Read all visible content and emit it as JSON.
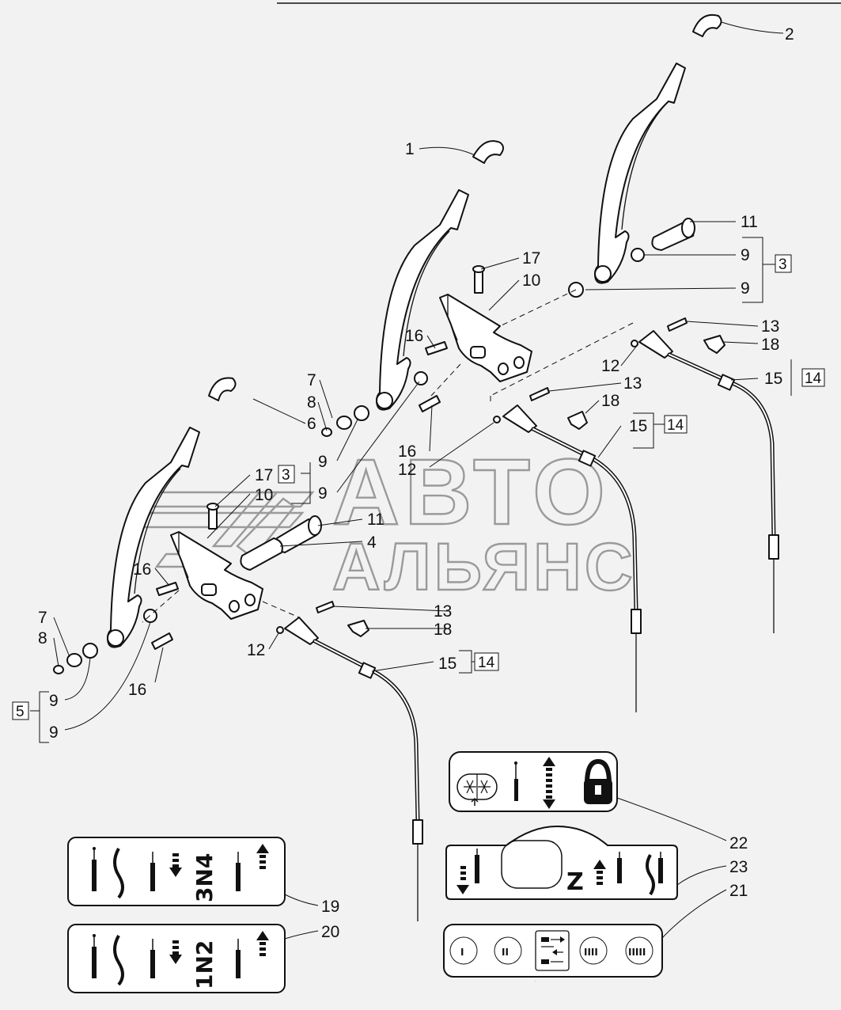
{
  "watermark": {
    "line1": "АВТО",
    "line2": "АЛЬЯНС"
  },
  "callouts": [
    {
      "id": "c-1",
      "text": "1"
    },
    {
      "id": "c-2",
      "text": "2"
    },
    {
      "id": "c-11a",
      "text": "11"
    },
    {
      "id": "c-9a",
      "text": "9"
    },
    {
      "id": "c-9b",
      "text": "9"
    },
    {
      "id": "c-17a",
      "text": "17"
    },
    {
      "id": "c-10a",
      "text": "10"
    },
    {
      "id": "c-16a",
      "text": "16"
    },
    {
      "id": "c-13a",
      "text": "13"
    },
    {
      "id": "c-18a",
      "text": "18"
    },
    {
      "id": "c-12a",
      "text": "12"
    },
    {
      "id": "c-15a",
      "text": "15"
    },
    {
      "id": "c-7a",
      "text": "7"
    },
    {
      "id": "c-8a",
      "text": "8"
    },
    {
      "id": "c-6",
      "text": "6"
    },
    {
      "id": "c-13b",
      "text": "13"
    },
    {
      "id": "c-18b",
      "text": "18"
    },
    {
      "id": "c-15b",
      "text": "15"
    },
    {
      "id": "c-16b",
      "text": "16"
    },
    {
      "id": "c-12b",
      "text": "12"
    },
    {
      "id": "c-9c",
      "text": "9"
    },
    {
      "id": "c-17b",
      "text": "17"
    },
    {
      "id": "c-9d",
      "text": "9"
    },
    {
      "id": "c-10b",
      "text": "10"
    },
    {
      "id": "c-11b",
      "text": "11"
    },
    {
      "id": "c-4",
      "text": "4"
    },
    {
      "id": "c-16c",
      "text": "16"
    },
    {
      "id": "c-7b",
      "text": "7"
    },
    {
      "id": "c-8b",
      "text": "8"
    },
    {
      "id": "c-13c",
      "text": "13"
    },
    {
      "id": "c-18c",
      "text": "18"
    },
    {
      "id": "c-12c",
      "text": "12"
    },
    {
      "id": "c-15c",
      "text": "15"
    },
    {
      "id": "c-9e",
      "text": "9"
    },
    {
      "id": "c-16d",
      "text": "16"
    },
    {
      "id": "c-9f",
      "text": "9"
    },
    {
      "id": "c-22",
      "text": "22"
    },
    {
      "id": "c-23",
      "text": "23"
    },
    {
      "id": "c-21",
      "text": "21"
    },
    {
      "id": "c-19",
      "text": "19"
    },
    {
      "id": "c-20",
      "text": "20"
    }
  ],
  "boxed_refs": [
    {
      "id": "b-3a",
      "text": "3"
    },
    {
      "id": "b-14a",
      "text": "14"
    },
    {
      "id": "b-14b",
      "text": "14"
    },
    {
      "id": "b-3b",
      "text": "3"
    },
    {
      "id": "b-14c",
      "text": "14"
    },
    {
      "id": "b-5",
      "text": "5"
    }
  ],
  "decals": {
    "gear_high": "3N4",
    "gear_low": "1N2",
    "z_mark": "Z",
    "roman": [
      "I",
      "II",
      "III",
      "IIII",
      "IIIII"
    ]
  }
}
